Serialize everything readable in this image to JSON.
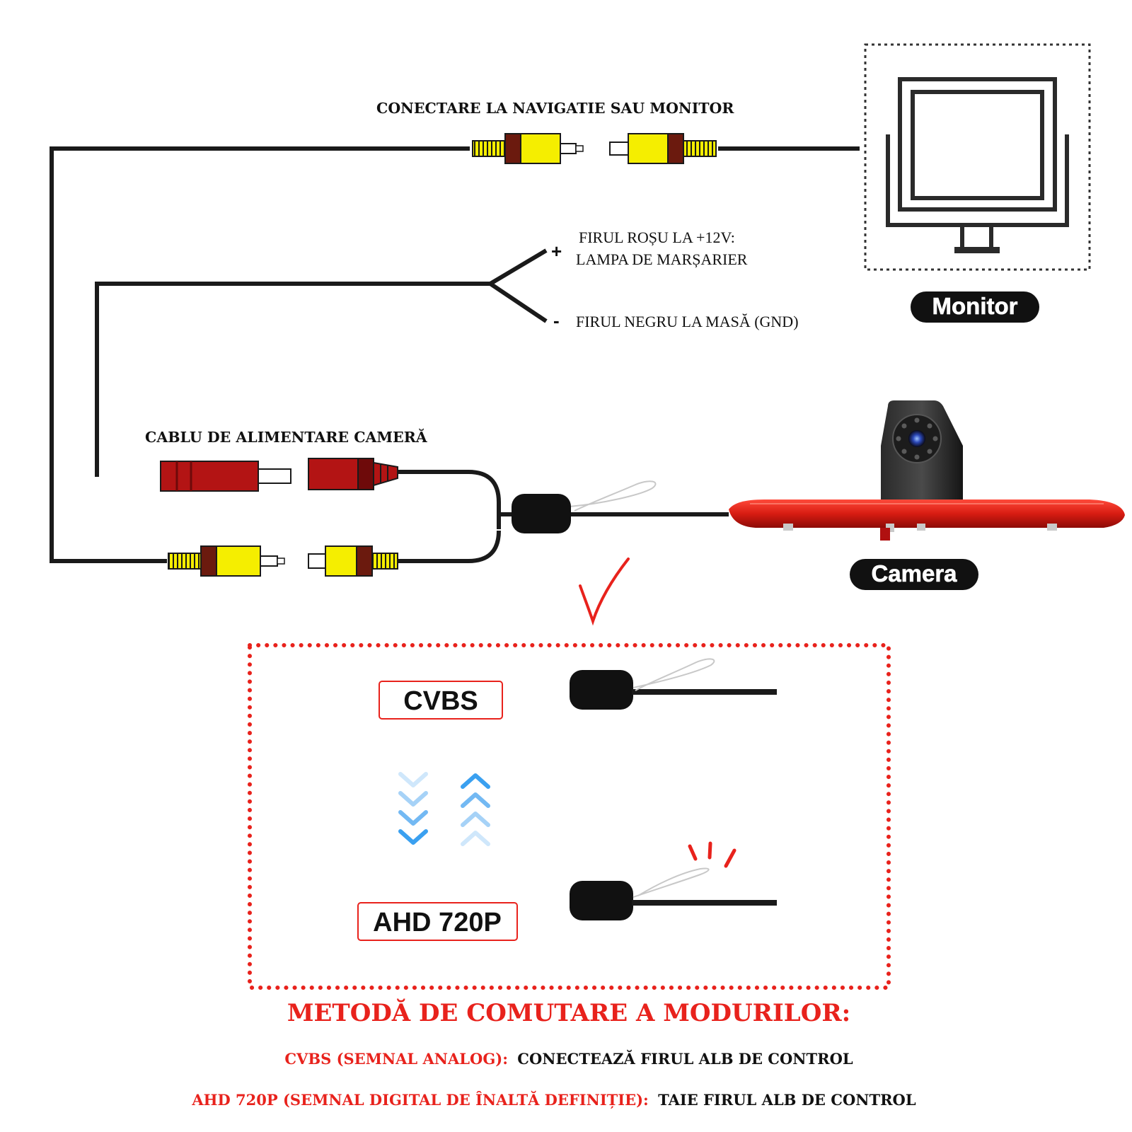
{
  "labels": {
    "nav_monitor": "CONECTARE LA NAVIGATIE SAU MONITOR",
    "red_wire_line1": "FIRUL ROȘU LA +12V:",
    "red_wire_line2": "LAMPA DE MARȘARIER",
    "black_wire": "FIRUL NEGRU LA MASĂ (GND)",
    "plus": "+",
    "minus": "-",
    "power_cable": "CABLU DE ALIMENTARE CAMERĂ",
    "monitor_badge": "Monitor",
    "camera_badge": "Camera"
  },
  "modes": {
    "cvbs": "CVBS",
    "ahd": "AHD 720P"
  },
  "footer": {
    "title": "METODĂ DE COMUTARE A MODURILOR:",
    "cvbs_prefix": "CVBS (SEMNAL ANALOG):",
    "cvbs_text": "CONECTEAZĂ FIRUL ALB DE CONTROL",
    "ahd_prefix": "AHD 720P (SEMNAL DIGITAL DE ÎNALTĂ DEFINIȚIE):",
    "ahd_text": "TAIE FIRUL ALB DE CONTROL"
  },
  "colors": {
    "accent_red": "#e8221c",
    "rca_yellow": "#f5ee00",
    "connector_red": "#b31414",
    "arrow_blue": "#3aa0f0",
    "wire": "#1a1a1a"
  },
  "icons": {
    "monitor": "monitor-icon",
    "camera": "brake-light-camera-icon",
    "checkmark": "checkmark-icon",
    "chevrons_down": "chevrons-down-icon",
    "chevrons_up": "chevrons-up-icon"
  }
}
